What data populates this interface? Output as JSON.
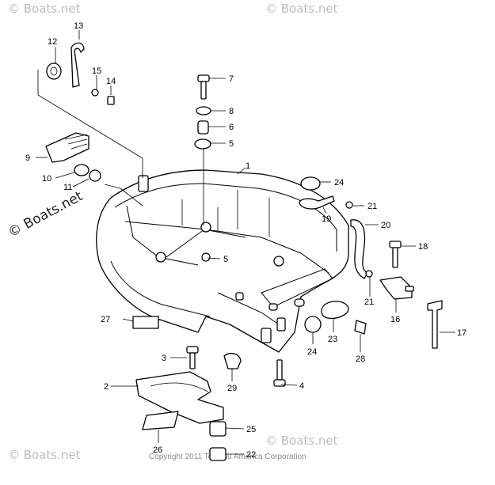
{
  "watermark": {
    "brand": "© Boats.net",
    "copyright": "Copyright 2011 Tohatsu America Corporation"
  },
  "callouts": [
    {
      "id": "c1",
      "text": "1"
    },
    {
      "id": "c2",
      "text": "2"
    },
    {
      "id": "c3",
      "text": "3"
    },
    {
      "id": "c4",
      "text": "4"
    },
    {
      "id": "c5a",
      "text": "5"
    },
    {
      "id": "c5b",
      "text": "5"
    },
    {
      "id": "c6",
      "text": "6"
    },
    {
      "id": "c7",
      "text": "7"
    },
    {
      "id": "c8",
      "text": "8"
    },
    {
      "id": "c9",
      "text": "9"
    },
    {
      "id": "c10",
      "text": "10"
    },
    {
      "id": "c11",
      "text": "11"
    },
    {
      "id": "c12",
      "text": "12"
    },
    {
      "id": "c13",
      "text": "13"
    },
    {
      "id": "c14",
      "text": "14"
    },
    {
      "id": "c15",
      "text": "15"
    },
    {
      "id": "c16",
      "text": "16"
    },
    {
      "id": "c17",
      "text": "17"
    },
    {
      "id": "c18",
      "text": "18"
    },
    {
      "id": "c19",
      "text": "19"
    },
    {
      "id": "c20",
      "text": "20"
    },
    {
      "id": "c21a",
      "text": "21"
    },
    {
      "id": "c21b",
      "text": "21"
    },
    {
      "id": "c22",
      "text": "22"
    },
    {
      "id": "c23",
      "text": "23"
    },
    {
      "id": "c24a",
      "text": "24"
    },
    {
      "id": "c24b",
      "text": "24"
    },
    {
      "id": "c25",
      "text": "25"
    },
    {
      "id": "c26",
      "text": "26"
    },
    {
      "id": "c27",
      "text": "27"
    },
    {
      "id": "c28",
      "text": "28"
    },
    {
      "id": "c29",
      "text": "29"
    }
  ]
}
